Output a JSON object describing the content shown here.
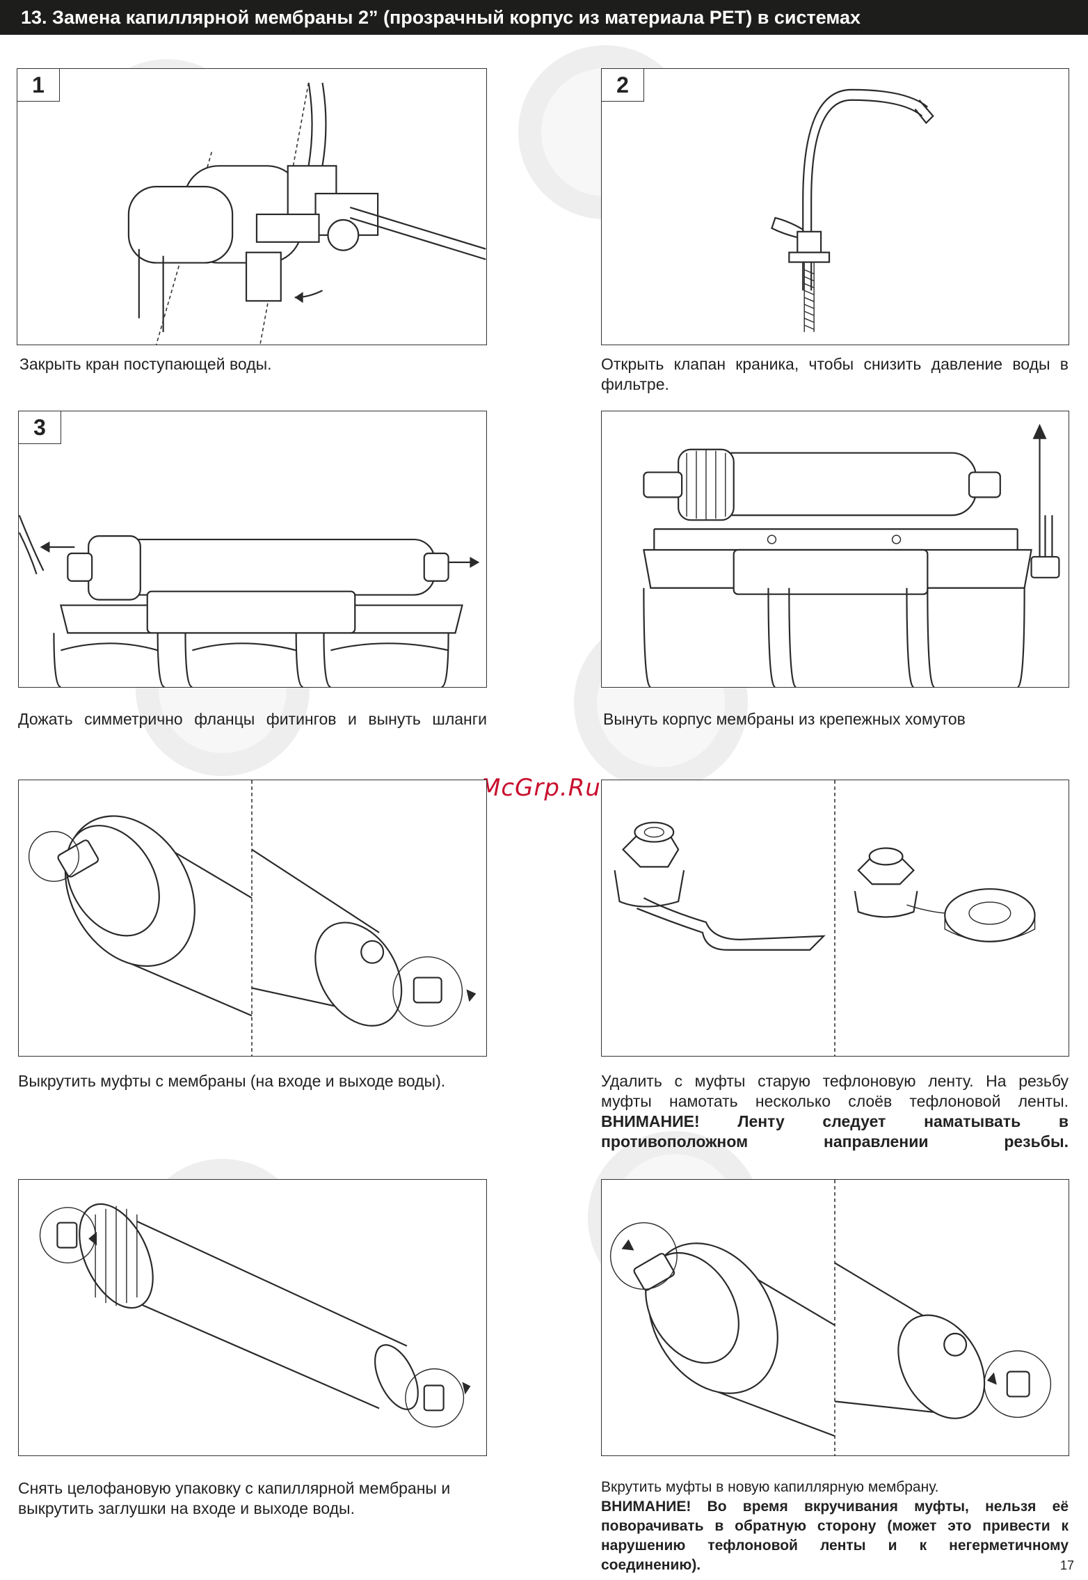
{
  "header": {
    "title": "13. Замена капиллярной мембраны 2” (прозрачный корпус из материала PET) в системах"
  },
  "watermark": {
    "brand": "McGrp.Ru"
  },
  "steps": [
    {
      "number": "1",
      "caption": "Закрыть кран поступающей воды."
    },
    {
      "number": "2",
      "caption": "Открыть клапан краника, чтобы снизить давление воды в фильтре."
    },
    {
      "number": "3",
      "caption": "Дожать симметрично фланцы фитингов и вынуть шланги"
    },
    {
      "number": "",
      "caption": "Вынуть корпус мембраны из крепежных хомутов"
    },
    {
      "number": "",
      "caption": "Выкрутить муфты с мембраны (на входе и выходе воды)."
    },
    {
      "number": "",
      "caption": "Удалить с муфты старую тефлоновую ленту. На резьбу муфты намотать несколько слоёв тефлоновой ленты.",
      "warning": "ВНИМАНИЕ! Ленту следует наматывать в противоположном направлении резьбы."
    },
    {
      "number": "",
      "caption": "Снять целофановую упаковку с капиллярной мембраны и выкрутить заглушки на входе и выходе воды."
    },
    {
      "number": "",
      "caption": "Вкрутить муфты в новую капиллярную мембрану.",
      "warning": "ВНИМАНИЕ! Во время вкручивания муфты, нельзя её поворачивать в обратную сторону (может это привести к нарушению тефлоновой ленты и к негерметичному соединению)."
    }
  ],
  "footer": {
    "page_number": "17"
  },
  "colors": {
    "header_bg": "#1d1d1b",
    "header_text": "#ffffff",
    "brand_watermark": "#c8102e"
  }
}
